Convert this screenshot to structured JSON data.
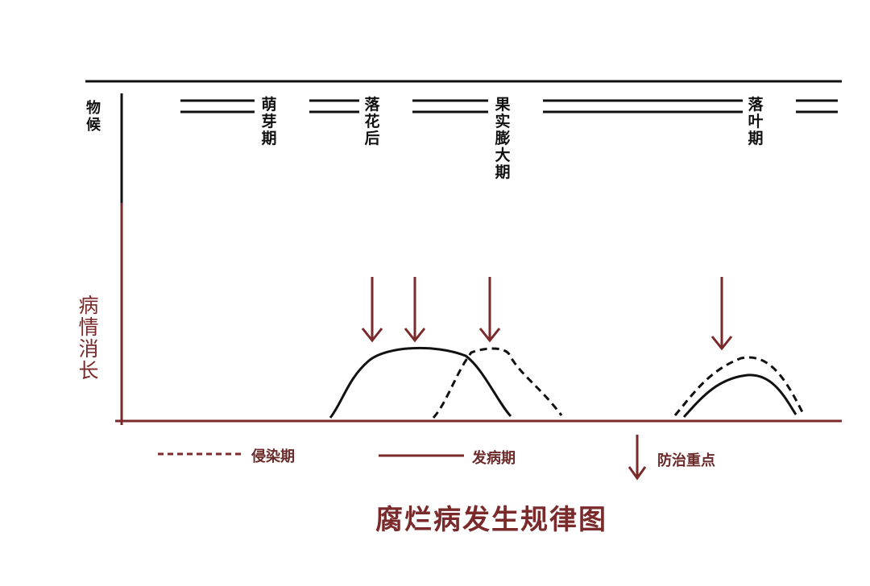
{
  "diagram": {
    "title": "腐烂病发生规律图",
    "phenology_label": "物候",
    "disease_label": "病情消长",
    "stages": [
      "萌芽期",
      "落花后",
      "果实膨大期",
      "落叶期"
    ],
    "legend": {
      "infection": "侵染期",
      "onset": "发病期",
      "control": "防治重点"
    },
    "colors": {
      "axis": "#7a2a2a",
      "curve": "#111111",
      "arrow": "#7a2a2a"
    }
  }
}
